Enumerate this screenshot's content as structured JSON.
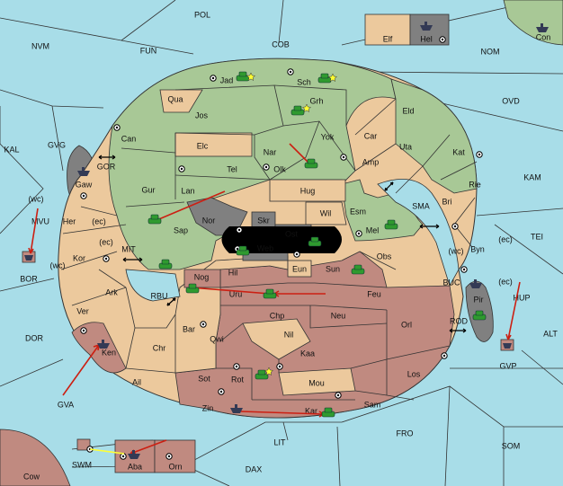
{
  "colors": {
    "sea": "#a8dde8",
    "green": "#a8c896",
    "tan": "#ecc99d",
    "red": "#c08a80",
    "grey": "#808080",
    "border": "#333333",
    "order_red": "#cc1f12",
    "order_yellow": "#ffff33",
    "army": "#2f9a2f",
    "fleet": "#333a55"
  },
  "sea_labels": [
    "POL",
    "NVM",
    "FUN",
    "COB",
    "NOM",
    "OVD",
    "KAL",
    "GVG",
    "KAM",
    "TEI",
    "MVU",
    "BOR",
    "DOR",
    "ALT",
    "GVA",
    "GVP",
    "FRO",
    "SOM",
    "LIT",
    "SWM",
    "DAX",
    "Cow",
    "Con",
    "GOR",
    "MIT",
    "RBU",
    "SMA",
    "BUC",
    "ROD",
    "HUP"
  ],
  "green_labels": [
    "Jad",
    "Sch",
    "Qua",
    "Jos",
    "Grh",
    "Can",
    "Elc",
    "Nar",
    "Yok",
    "Olk",
    "Tel",
    "Gur",
    "Lan",
    "Sap",
    "Nor",
    "Gaw"
  ],
  "tan_labels": [
    "Elf",
    "Eld",
    "Car",
    "Uta",
    "Amp",
    "Kat",
    "Hug",
    "Rie",
    "Bri",
    "Wil",
    "Esm",
    "Mel",
    "Byn",
    "Obs",
    "Her",
    "Kor",
    "Ark",
    "Ver",
    "Hil",
    "Chr",
    "Bar",
    "Sot",
    "Nil",
    "Mou",
    "Eun",
    "(wc)",
    "(ec)"
  ],
  "red_labels": [
    "Nog",
    "Uru",
    "Feu",
    "Chp",
    "Neu",
    "Orl",
    "Qwi",
    "Kaa",
    "Rot",
    "Los",
    "Ken",
    "Ail",
    "Zin",
    "Kar",
    "Sam",
    "Aba",
    "Orn",
    "Sun"
  ],
  "grey_labels": [
    "Hel",
    "Skr",
    "Ost",
    "Web",
    "Pir"
  ]
}
